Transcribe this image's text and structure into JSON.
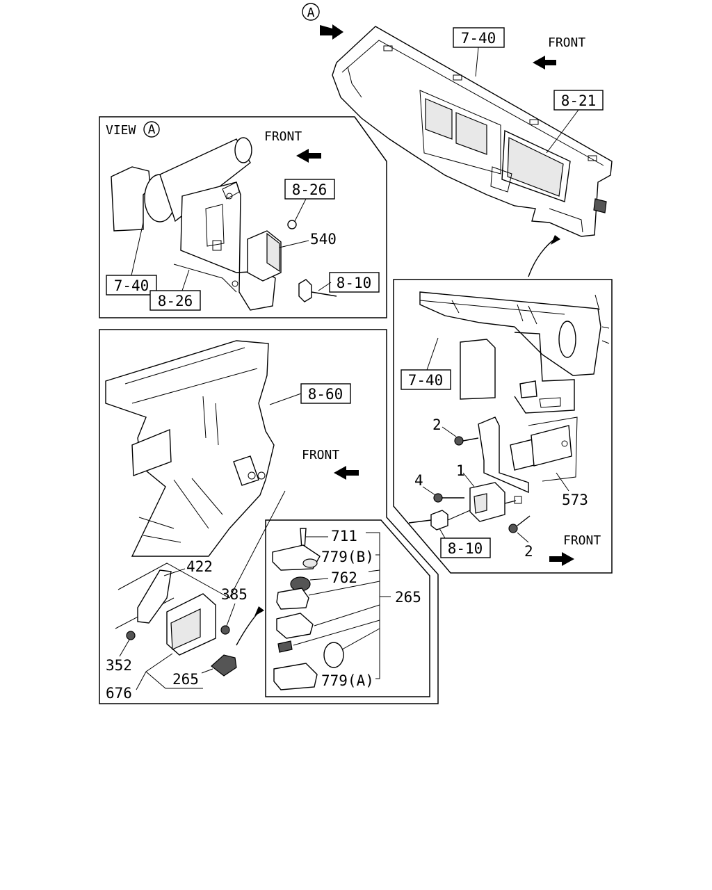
{
  "labels": {
    "view_marker": "A",
    "view_title": "VIEW",
    "front": "FRONT",
    "ref_7_40": "7-40",
    "ref_8_21": "8-21",
    "ref_8_26": "8-26",
    "ref_8_10": "8-10",
    "ref_8_60": "8-60",
    "part_540": "540",
    "part_1": "1",
    "part_2": "2",
    "part_4": "4",
    "part_573": "573",
    "part_711": "711",
    "part_779B": "779(B)",
    "part_762": "762",
    "part_265": "265",
    "part_779A": "779(A)",
    "part_422": "422",
    "part_385": "385",
    "part_352": "352",
    "part_676": "676"
  }
}
